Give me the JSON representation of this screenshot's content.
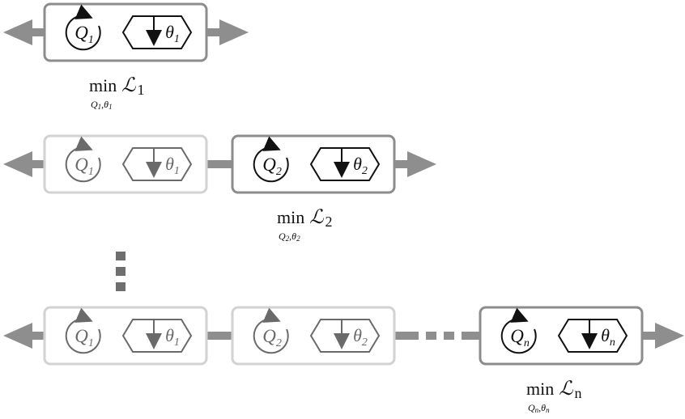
{
  "stages": [
    {
      "blocks": [
        {
          "q_sym": "Q",
          "q_sub": "1",
          "t_sym": "θ",
          "t_sub": "1",
          "state": "active"
        }
      ],
      "objective": {
        "op": "min",
        "loss": "ℒ",
        "loss_sub": "1",
        "under_q": "Q",
        "under_q_sub": "1",
        "under_sep": ",",
        "under_t": "θ",
        "under_t_sub": "1"
      }
    },
    {
      "blocks": [
        {
          "q_sym": "Q",
          "q_sub": "1",
          "t_sym": "θ",
          "t_sub": "1",
          "state": "frozen"
        },
        {
          "q_sym": "Q",
          "q_sub": "2",
          "t_sym": "θ",
          "t_sub": "2",
          "state": "active"
        }
      ],
      "objective": {
        "op": "min",
        "loss": "ℒ",
        "loss_sub": "2",
        "under_q": "Q",
        "under_q_sub": "2",
        "under_sep": ",",
        "under_t": "θ",
        "under_t_sub": "2"
      }
    },
    {
      "blocks": [
        {
          "q_sym": "Q",
          "q_sub": "1",
          "t_sym": "θ",
          "t_sub": "1",
          "state": "frozen"
        },
        {
          "q_sym": "Q",
          "q_sub": "2",
          "t_sym": "θ",
          "t_sub": "2",
          "state": "frozen"
        },
        {
          "q_sym": "Q",
          "q_sub": "n",
          "t_sym": "θ",
          "t_sub": "n",
          "state": "active"
        }
      ],
      "objective": {
        "op": "min",
        "loss": "ℒ",
        "loss_sub": "n",
        "under_q": "Q",
        "under_q_sub": "n",
        "under_sep": ",",
        "under_t": "θ",
        "under_t_sub": "n"
      }
    }
  ],
  "colors": {
    "active_border": "#8c8c8c",
    "frozen_border": "#d2d2d2",
    "active_symbol": "#111111",
    "frozen_symbol": "#6a6a6a",
    "connector": "#8e8e8e",
    "ellipsis": "#6e6e6e"
  }
}
